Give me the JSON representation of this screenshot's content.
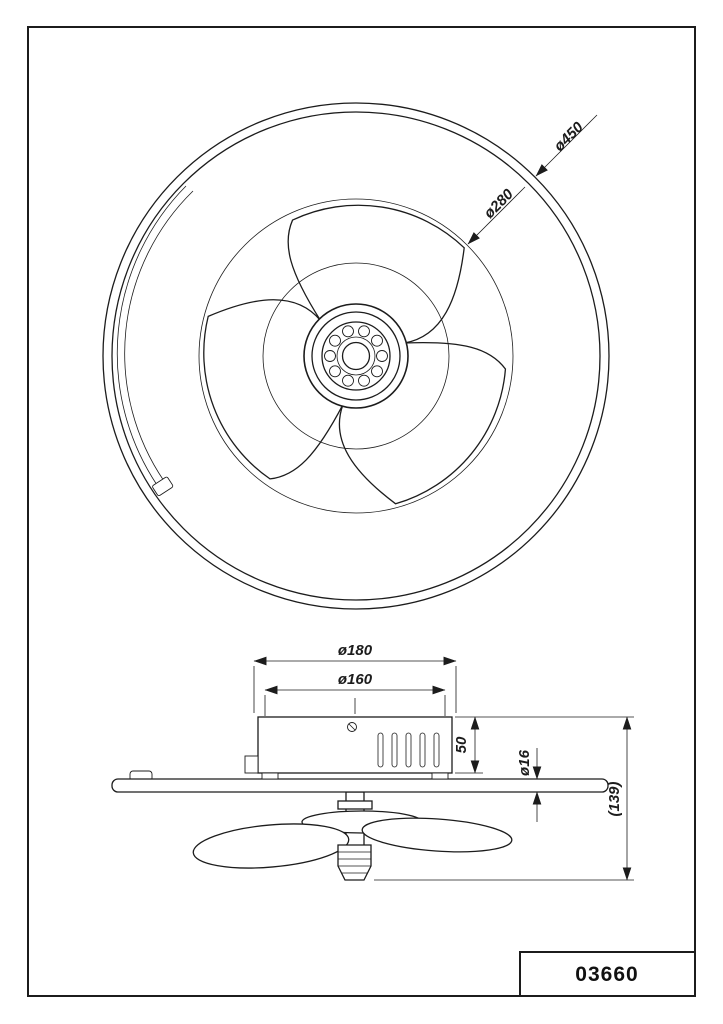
{
  "drawing": {
    "top_view": {
      "dim_ring_diameter": "ø450",
      "dim_fan_diameter": "ø280"
    },
    "side_view": {
      "dim_mount_diameter": "ø180",
      "dim_housing_diameter": "ø160",
      "dim_housing_height": "50",
      "dim_ring_tube_diameter": "ø16",
      "dim_overall_height": "(139)"
    },
    "title_block": {
      "part_number": "03660"
    },
    "colors": {
      "line": "#1c1c1c",
      "paper": "#ffffff"
    }
  }
}
